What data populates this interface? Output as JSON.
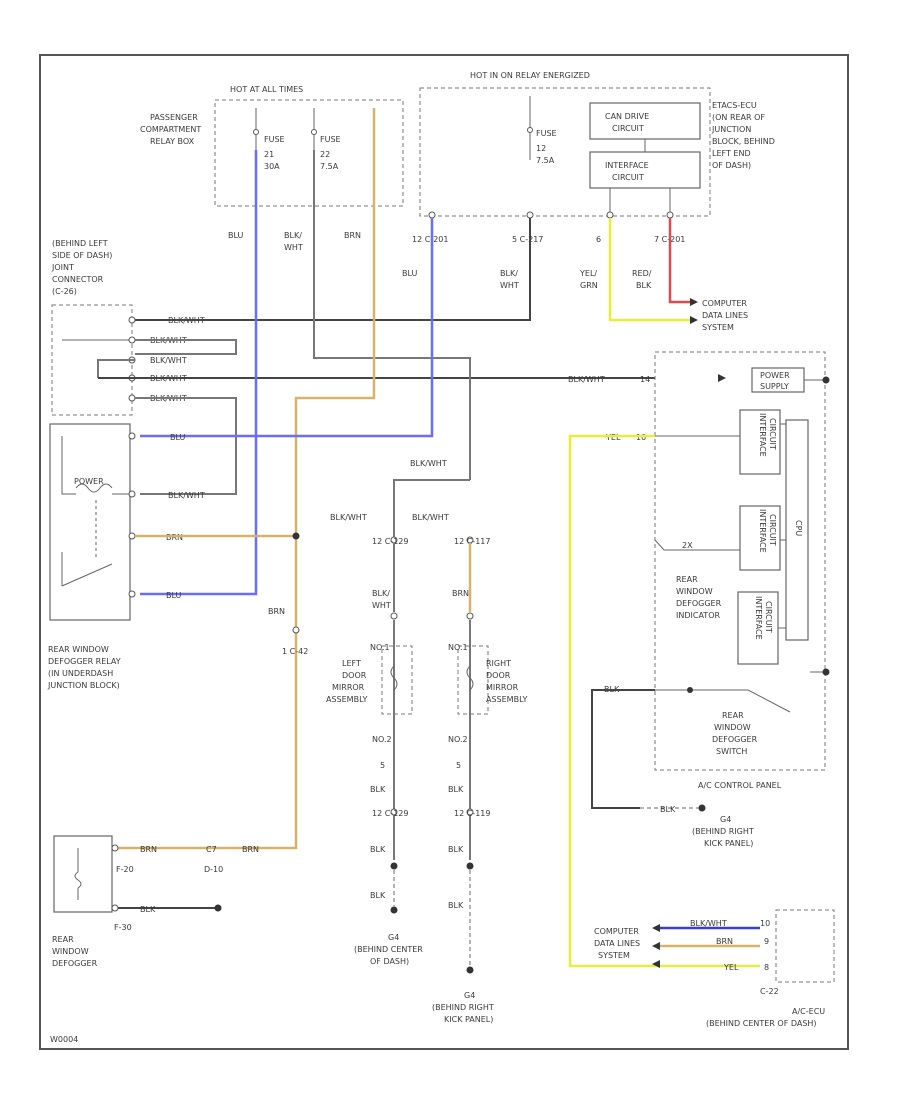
{
  "diagram": {
    "labels": {
      "hot_at_all_times": "HOT AT ALL TIMES",
      "hot_in_on_relay": "HOT IN ON RELAY ENERGIZED",
      "pass_relay_box": [
        "PASSENGER",
        "COMPARTMENT",
        "RELAY BOX"
      ],
      "fuse_21": [
        "FUSE",
        "21",
        "30A"
      ],
      "fuse_22": [
        "FUSE",
        "22",
        "7.5A"
      ],
      "fuse_12": [
        "FUSE",
        "12",
        "7.5A"
      ],
      "can_drive": [
        "CAN DRIVE",
        "CIRCUIT"
      ],
      "interface": [
        "INTERFACE",
        "CIRCUIT"
      ],
      "etacs": [
        "ETACS-ECU",
        "(ON REAR OF",
        "JUNCTION",
        "BLOCK, BEHIND",
        "LEFT END",
        "OF DASH)"
      ],
      "wire_blu_1": "BLU",
      "wire_blk_wht_1": [
        "BLK/",
        "WHT"
      ],
      "wire_brn_1": "BRN",
      "conn_c201_a": "12  C-201",
      "wire_blu_2": "BLU",
      "conn_c217": "5  C-217",
      "wire_blk_wht_2": [
        "BLK/",
        "WHT"
      ],
      "conn_pin6": "6",
      "conn_c201_b": "7  C-201",
      "wire_yel_grn": [
        "YEL/",
        "GRN"
      ],
      "wire_red_blk": [
        "RED/",
        "BLK"
      ],
      "computer_data_top": [
        "COMPUTER",
        "DATA LINES",
        "SYSTEM"
      ],
      "joint_connector": [
        "(BEHIND LEFT",
        "SIDE OF DASH)",
        "JOINT",
        "CONNECTOR",
        "(C-26)"
      ],
      "jc_row1": "BLK/WHT",
      "jc_row2": "BLK/WHT",
      "jc_row3": "BLK/WHT",
      "jc_row4": "BLK/WHT",
      "jc_row5": "BLK/WHT",
      "relay_blu": "BLU",
      "relay_blk_wht": "BLK/WHT",
      "relay_brn": "BRN",
      "relay_blu2": "BLU",
      "relay_power": "POWER",
      "rear_relay_label": [
        "REAR WINDOW",
        "DEFOGGER RELAY",
        "(IN UNDERDASH",
        "JUNCTION BLOCK)"
      ],
      "ac_blk_wht": "BLK/WHT",
      "ac_pin14": "14",
      "power_supply": [
        "POWER",
        "SUPPLY"
      ],
      "ac_yel": "YEL",
      "ac_pin10": "10",
      "interface_c1": [
        "INTERFACE",
        "CIRCUIT"
      ],
      "interface_c2": [
        "INTERFACE",
        "CIRCUIT"
      ],
      "interface_c3": [
        "INTERFACE",
        "CIRCUIT"
      ],
      "cpu": "CPU",
      "pin_2x": "2X",
      "rear_def_indicator": [
        "REAR",
        "WINDOW",
        "DEFOGGER",
        "INDICATOR"
      ],
      "rear_def_switch": [
        "REAR",
        "WINDOW",
        "DEFOGGER",
        "SWITCH"
      ],
      "ac_control_panel": "A/C CONTROL PANEL",
      "ac_blk_pin": "BLK",
      "ground_g4_right": [
        "G4",
        "(BEHIND RIGHT",
        "KICK PANEL)"
      ],
      "g4_right_blk": "BLK",
      "mid_blk_wht": "BLK/WHT",
      "mid_blk_wht_l": "BLK/WHT",
      "mid_blk_wht_r": "BLK/WHT",
      "c129_a": "12  C-129",
      "c117": "12  C-117",
      "left_blk_wht": [
        "BLK/",
        "WHT"
      ],
      "right_brn": "BRN",
      "left_pin_no1": "NO.1",
      "right_pin_no1": "NO.1",
      "left_mirror": [
        "LEFT",
        "DOOR",
        "MIRROR",
        "ASSEMBLY"
      ],
      "right_mirror": [
        "RIGHT",
        "DOOR",
        "MIRROR",
        "ASSEMBLY"
      ],
      "left_pin_no2": "NO.2",
      "right_pin_no2": "NO.2",
      "left_5": "5",
      "right_5": "5",
      "left_blk1": "BLK",
      "right_blk1": "BLK",
      "c129_b": "12  C-129",
      "c119": "12  C-119",
      "left_blk2": "BLK",
      "right_blk2": "BLK",
      "left_blk3": "BLK",
      "right_blk3": "BLK",
      "g4_center": [
        "G4",
        "(BEHIND CENTER",
        "OF DASH)"
      ],
      "g4_kick": [
        "G4",
        "(BEHIND RIGHT",
        "KICK PANEL)"
      ],
      "def_brn": "BRN",
      "c42": "1  C-42",
      "def_conn_brn": "BRN",
      "def_c7": "C7",
      "def_brn2": "BRN",
      "f20": "F-20",
      "d10": "D-10",
      "def_blk": "BLK",
      "f30": "F-30",
      "rear_defogger": [
        "REAR",
        "WINDOW",
        "DEFOGGER"
      ],
      "comp_data_bottom": [
        "COMPUTER",
        "DATA LINES",
        "SYSTEM"
      ],
      "ecu_blk_wht": "BLK/WHT",
      "ecu_pin_a": "10",
      "ecu_brn": "BRN",
      "ecu_pin_b": "9",
      "ecu_yel": "YEL",
      "ecu_pin_c": "8",
      "c22": "C-22",
      "ac_ecu": [
        "A/C-ECU",
        "(BEHIND CENTER OF DASH)"
      ],
      "footer_code": "W0004"
    }
  }
}
